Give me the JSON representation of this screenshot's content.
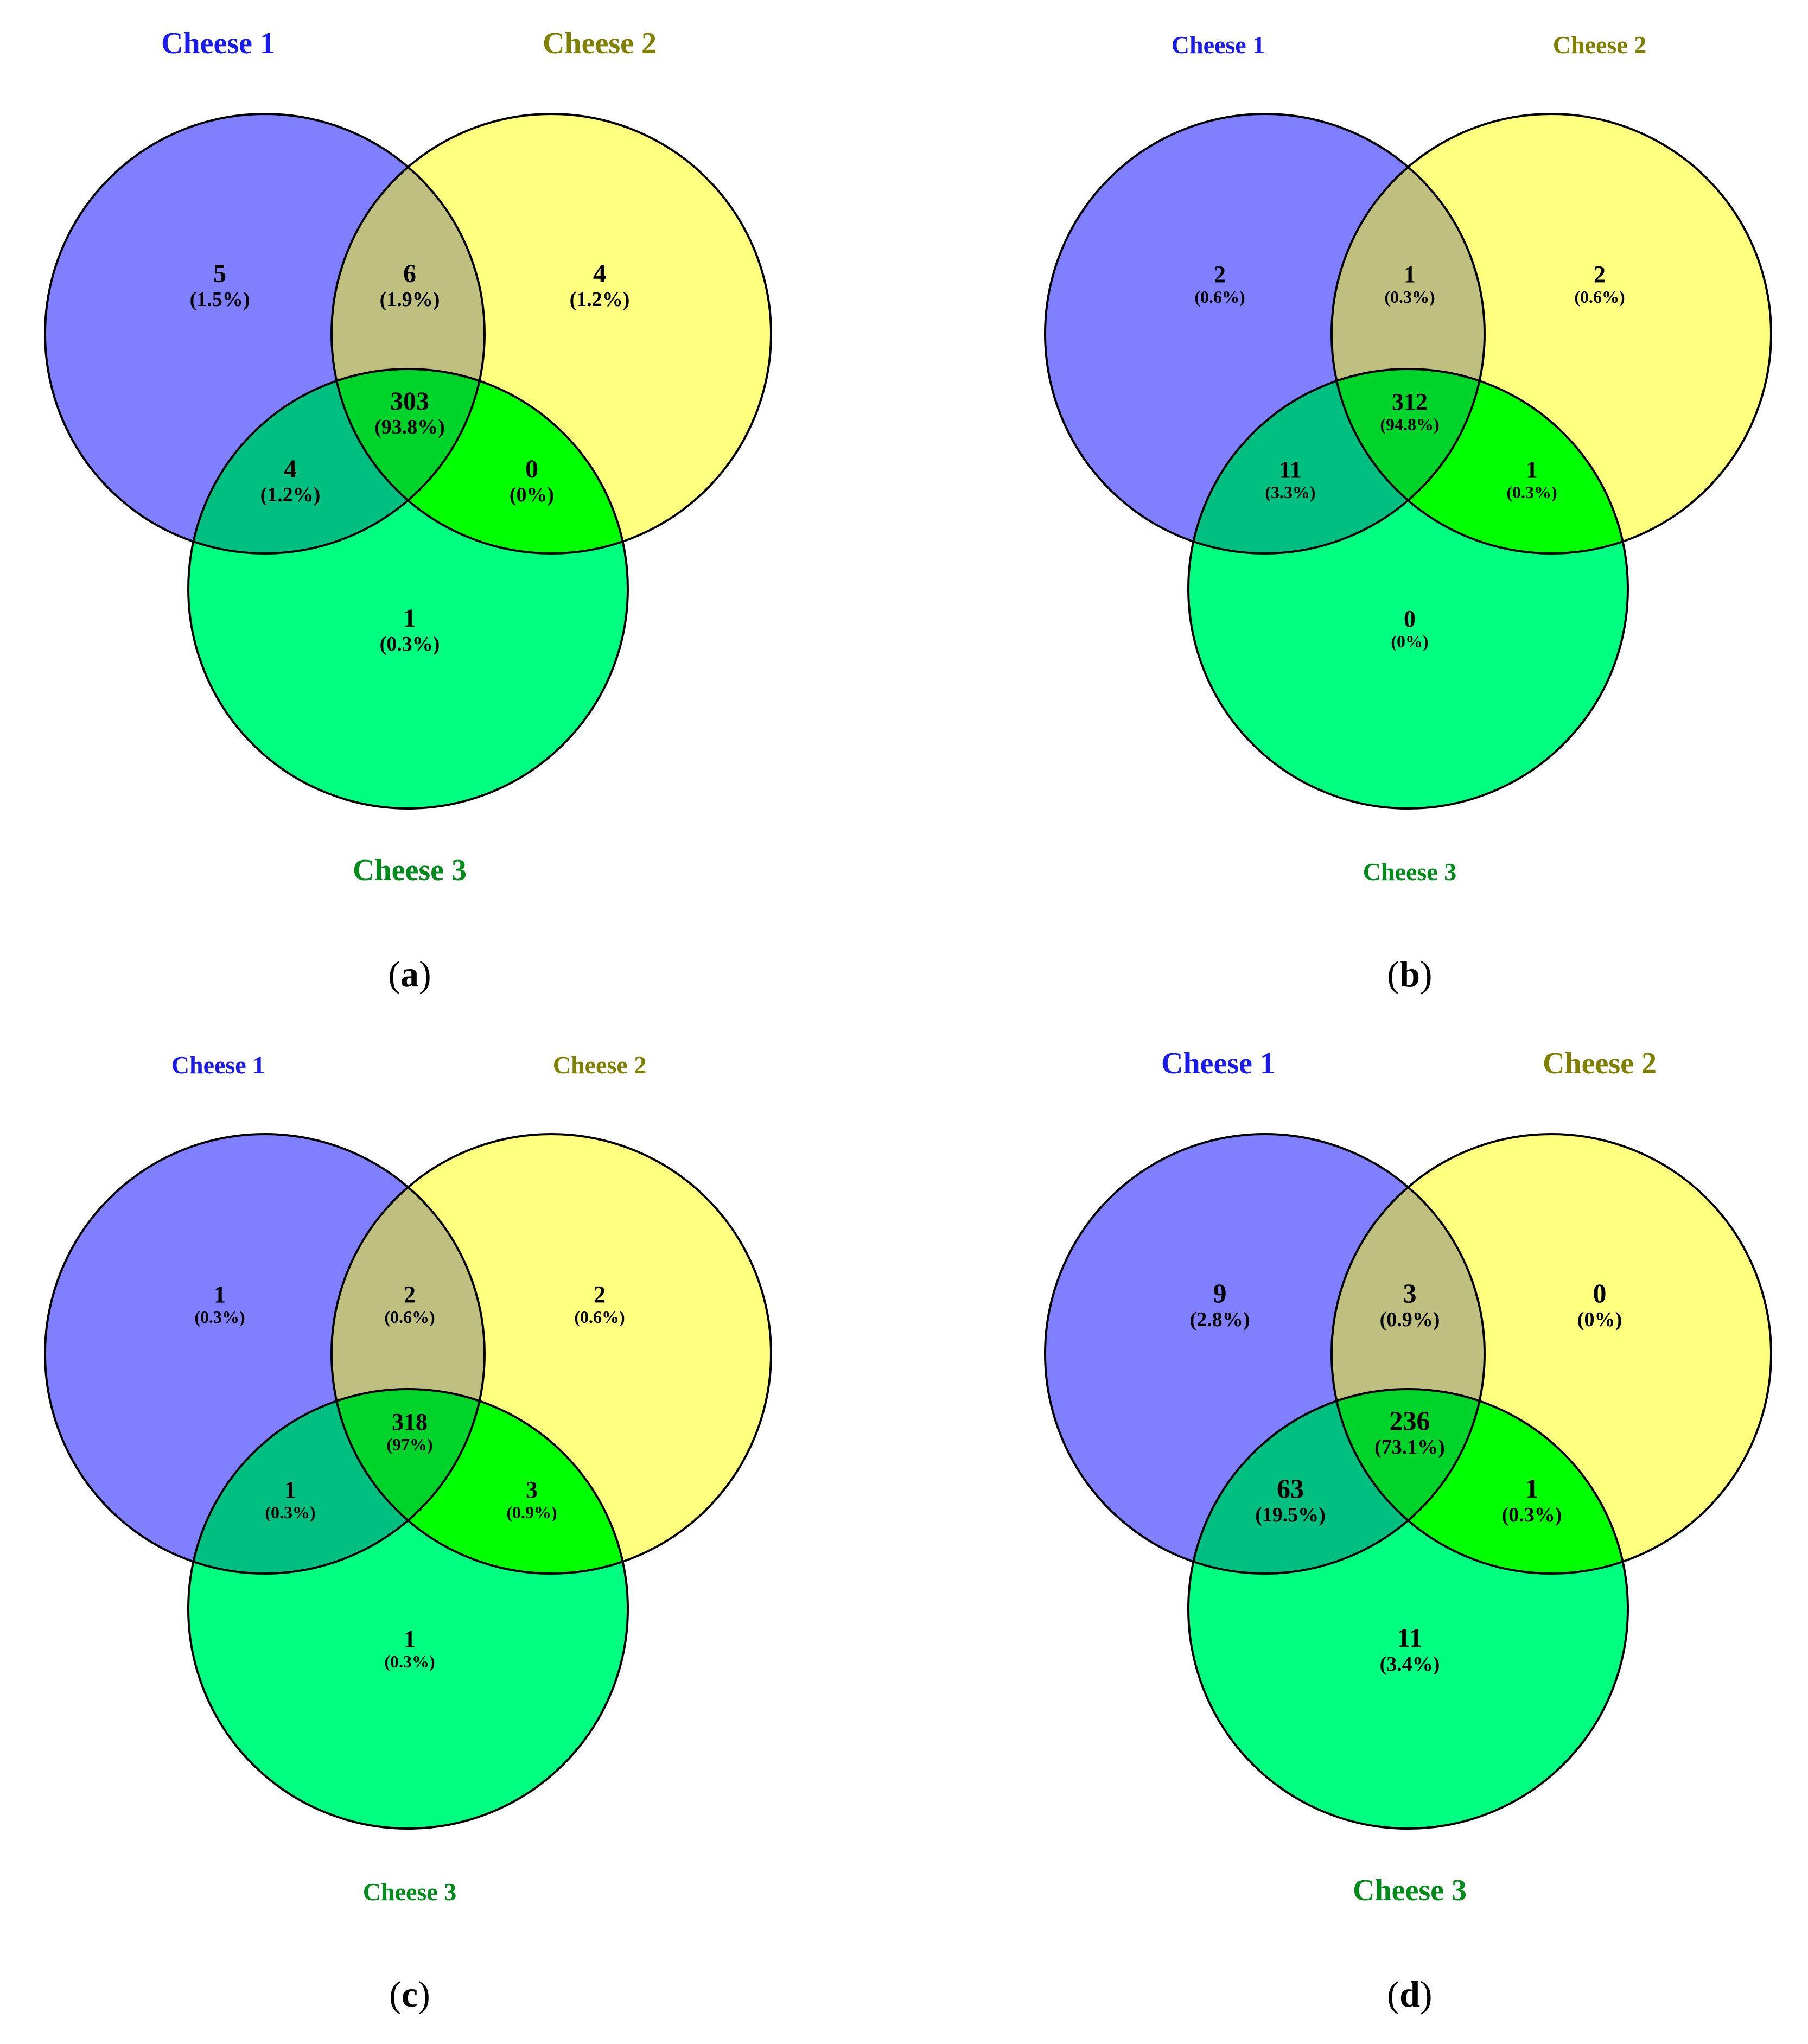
{
  "figure": {
    "sets": [
      {
        "name": "Cheese 1",
        "fill": "#8080ff",
        "label_color": "#1a1ae6"
      },
      {
        "name": "Cheese 2",
        "fill": "#ffff80",
        "label_color": "#808000"
      },
      {
        "name": "Cheese 3",
        "fill": "#00ff80",
        "label_color": "#008c1a"
      }
    ],
    "region_colors": {
      "only_1": "#8080ff",
      "only_2": "#ffff80",
      "only_3": "#00ff80",
      "s12": "#bfbf80",
      "s13": "#00bf80",
      "s23": "#00ff00",
      "s123": "#00d42a"
    },
    "outline_color": "#000000",
    "panels": [
      {
        "label": "a",
        "regions": {
          "only_1": {
            "count": "5",
            "pct": "(1.5%)"
          },
          "s12": {
            "count": "6",
            "pct": "(1.9%)"
          },
          "only_2": {
            "count": "4",
            "pct": "(1.2%)"
          },
          "s123": {
            "count": "303",
            "pct": "(93.8%)"
          },
          "s13": {
            "count": "4",
            "pct": "(1.2%)"
          },
          "s23": {
            "count": "0",
            "pct": "(0%)"
          },
          "only_3": {
            "count": "1",
            "pct": "(0.3%)"
          }
        }
      },
      {
        "label": "b",
        "regions": {
          "only_1": {
            "count": "2",
            "pct": "(0.6%)"
          },
          "s12": {
            "count": "1",
            "pct": "(0.3%)"
          },
          "only_2": {
            "count": "2",
            "pct": "(0.6%)"
          },
          "s123": {
            "count": "312",
            "pct": "(94.8%)"
          },
          "s13": {
            "count": "11",
            "pct": "(3.3%)"
          },
          "s23": {
            "count": "1",
            "pct": "(0.3%)"
          },
          "only_3": {
            "count": "0",
            "pct": "(0%)"
          }
        }
      },
      {
        "label": "c",
        "regions": {
          "only_1": {
            "count": "1",
            "pct": "(0.3%)"
          },
          "s12": {
            "count": "2",
            "pct": "(0.6%)"
          },
          "only_2": {
            "count": "2",
            "pct": "(0.6%)"
          },
          "s123": {
            "count": "318",
            "pct": "(97%)"
          },
          "s13": {
            "count": "1",
            "pct": "(0.3%)"
          },
          "s23": {
            "count": "3",
            "pct": "(0.9%)"
          },
          "only_3": {
            "count": "1",
            "pct": "(0.3%)"
          }
        }
      },
      {
        "label": "d",
        "regions": {
          "only_1": {
            "count": "9",
            "pct": "(2.8%)"
          },
          "s12": {
            "count": "3",
            "pct": "(0.9%)"
          },
          "only_2": {
            "count": "0",
            "pct": "(0%)"
          },
          "s123": {
            "count": "236",
            "pct": "(73.1%)"
          },
          "s13": {
            "count": "63",
            "pct": "(19.5%)"
          },
          "s23": {
            "count": "1",
            "pct": "(0.3%)"
          },
          "only_3": {
            "count": "11",
            "pct": "(3.4%)"
          }
        }
      }
    ]
  }
}
